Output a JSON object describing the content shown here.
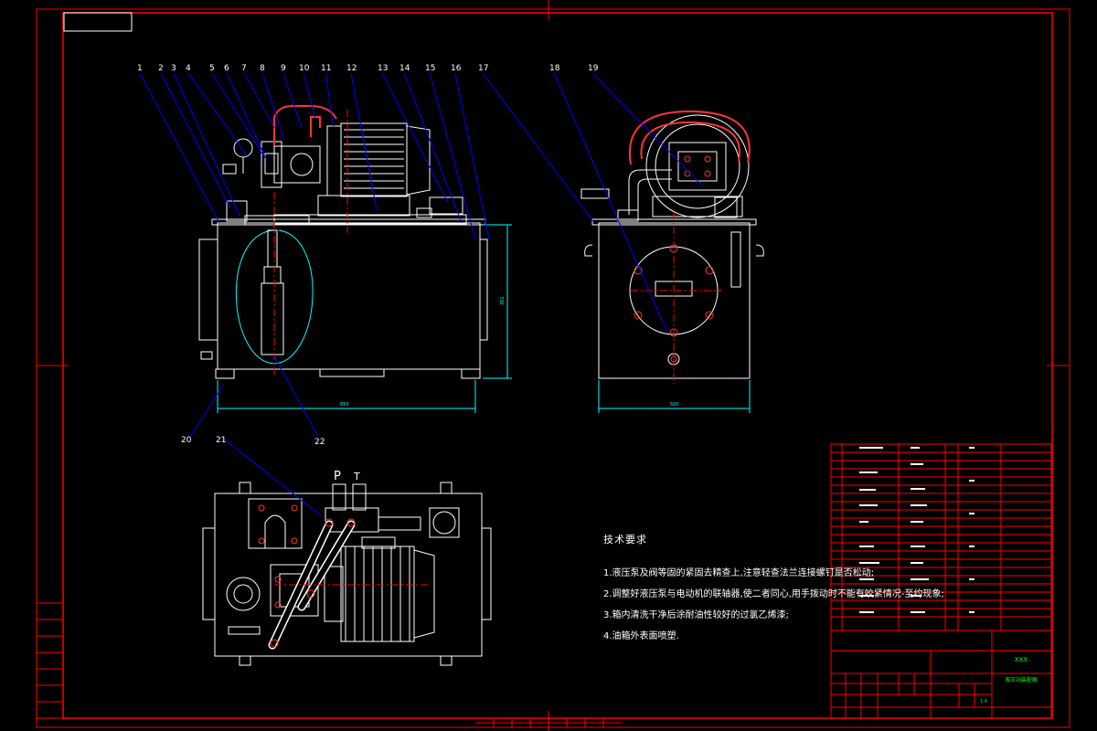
{
  "balloons": [
    "1",
    "2",
    "3",
    "4",
    "5",
    "6",
    "7",
    "8",
    "9",
    "10",
    "11",
    "12",
    "13",
    "14",
    "15",
    "16",
    "17",
    "18",
    "19",
    "20",
    "21",
    "22"
  ],
  "port_labels": {
    "p": "P",
    "t": "T"
  },
  "dimensions": {
    "front_width": "650",
    "front_height": "351",
    "side_width": "500"
  },
  "technical_requirements": {
    "title": "技术要求",
    "items": [
      "1.液压泵及阀等固的紧固去精查上,注意轻查法兰连接螺钉是否松动;",
      "2.调整好液压泵与电动机的联轴器,使二者同心,用手拨动时不能有咬紧情况-至约现象;",
      "3.箱内清洗干净后涂耐油性较好的过氯乙烯漆;",
      "4.油箱外表面喷塑."
    ]
  },
  "title_block": {
    "drawing_name": "液压站装配图",
    "company": "XXX",
    "scale": "1:4"
  },
  "colors": {
    "frame": "#ff0000",
    "outline": "#ffffff",
    "leader": "#0000ff",
    "dimension": "#00ffff",
    "hose": "#ff3333"
  }
}
